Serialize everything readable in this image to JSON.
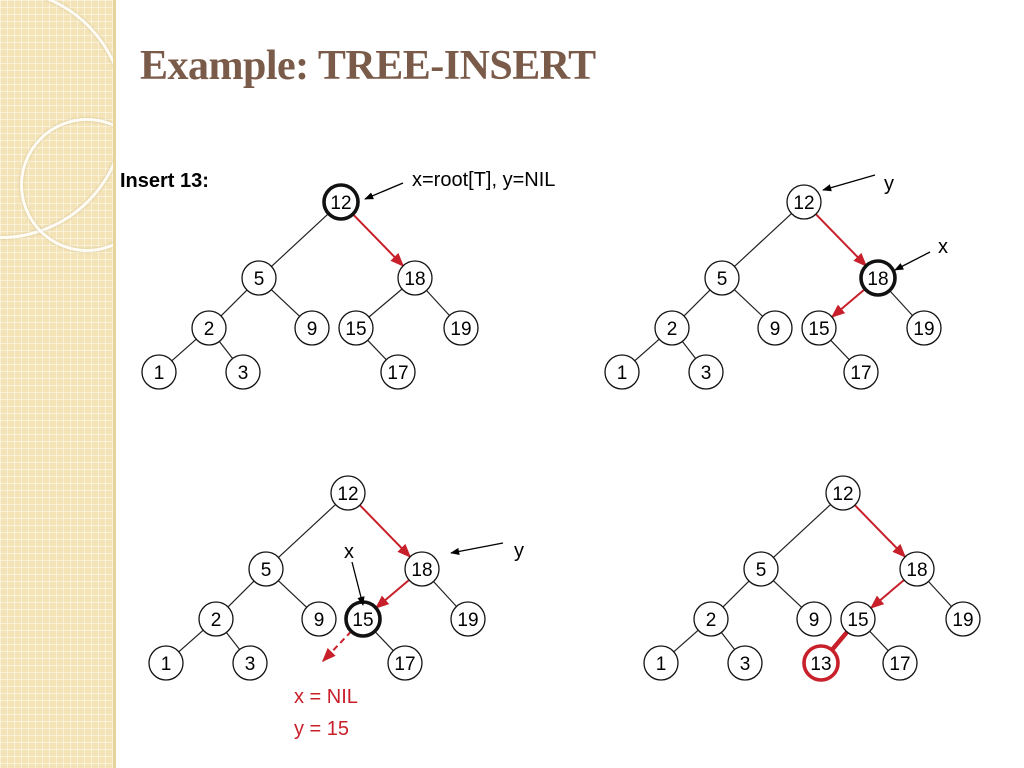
{
  "title": "Example: TREE-INSERT",
  "insert_label": "Insert 13:",
  "colors": {
    "accent_red": "#c8202a",
    "title_brown": "#7a5a48",
    "sidebar": "#f3e3b6"
  },
  "panels": [
    {
      "id": "step1",
      "nodes": [
        {
          "id": "n12",
          "label": "12",
          "style": "bold"
        },
        {
          "id": "n5",
          "label": "5"
        },
        {
          "id": "n18",
          "label": "18"
        },
        {
          "id": "n2",
          "label": "2"
        },
        {
          "id": "n9",
          "label": "9"
        },
        {
          "id": "n15",
          "label": "15"
        },
        {
          "id": "n19",
          "label": "19"
        },
        {
          "id": "n1",
          "label": "1"
        },
        {
          "id": "n3",
          "label": "3"
        },
        {
          "id": "n17",
          "label": "17"
        }
      ],
      "edges": [
        {
          "from": "n12",
          "to": "n5"
        },
        {
          "from": "n12",
          "to": "n18",
          "style": "red-arrow"
        },
        {
          "from": "n5",
          "to": "n2"
        },
        {
          "from": "n5",
          "to": "n9"
        },
        {
          "from": "n18",
          "to": "n15"
        },
        {
          "from": "n18",
          "to": "n19"
        },
        {
          "from": "n2",
          "to": "n1"
        },
        {
          "from": "n2",
          "to": "n3"
        },
        {
          "from": "n15",
          "to": "n17"
        }
      ],
      "annotations": [
        {
          "id": "a1",
          "text": "x=root[T], y=NIL",
          "color": "black",
          "points_to": "n12"
        }
      ]
    },
    {
      "id": "step2",
      "nodes": [
        {
          "id": "n12",
          "label": "12"
        },
        {
          "id": "n5",
          "label": "5"
        },
        {
          "id": "n18",
          "label": "18",
          "style": "bold"
        },
        {
          "id": "n2",
          "label": "2"
        },
        {
          "id": "n9",
          "label": "9"
        },
        {
          "id": "n15",
          "label": "15"
        },
        {
          "id": "n19",
          "label": "19"
        },
        {
          "id": "n1",
          "label": "1"
        },
        {
          "id": "n3",
          "label": "3"
        },
        {
          "id": "n17",
          "label": "17"
        }
      ],
      "edges": [
        {
          "from": "n12",
          "to": "n5"
        },
        {
          "from": "n12",
          "to": "n18",
          "style": "red-arrow"
        },
        {
          "from": "n5",
          "to": "n2"
        },
        {
          "from": "n5",
          "to": "n9"
        },
        {
          "from": "n18",
          "to": "n15",
          "style": "red-arrow"
        },
        {
          "from": "n18",
          "to": "n19"
        },
        {
          "from": "n2",
          "to": "n1"
        },
        {
          "from": "n2",
          "to": "n3"
        },
        {
          "from": "n15",
          "to": "n17"
        }
      ],
      "annotations": [
        {
          "id": "a1",
          "text": "y",
          "color": "black",
          "points_to": "n12"
        },
        {
          "id": "a2",
          "text": "x",
          "color": "black",
          "points_to": "n18"
        }
      ]
    },
    {
      "id": "step3",
      "nodes": [
        {
          "id": "n12",
          "label": "12"
        },
        {
          "id": "n5",
          "label": "5"
        },
        {
          "id": "n18",
          "label": "18"
        },
        {
          "id": "n2",
          "label": "2"
        },
        {
          "id": "n9",
          "label": "9"
        },
        {
          "id": "n15",
          "label": "15",
          "style": "bold"
        },
        {
          "id": "n19",
          "label": "19"
        },
        {
          "id": "n1",
          "label": "1"
        },
        {
          "id": "n3",
          "label": "3"
        },
        {
          "id": "n17",
          "label": "17"
        }
      ],
      "edges": [
        {
          "from": "n12",
          "to": "n5"
        },
        {
          "from": "n12",
          "to": "n18",
          "style": "red-arrow"
        },
        {
          "from": "n5",
          "to": "n2"
        },
        {
          "from": "n5",
          "to": "n9"
        },
        {
          "from": "n18",
          "to": "n15",
          "style": "red-arrow"
        },
        {
          "from": "n18",
          "to": "n19"
        },
        {
          "from": "n2",
          "to": "n1"
        },
        {
          "from": "n2",
          "to": "n3"
        },
        {
          "from": "n15",
          "to": "n17"
        },
        {
          "from": "n15",
          "to": "nil",
          "style": "red-dashed-arrow"
        }
      ],
      "annotations": [
        {
          "id": "a1",
          "text": "y",
          "color": "black",
          "points_to": "n18"
        },
        {
          "id": "a2",
          "text": "x",
          "color": "black",
          "points_to": "n15"
        },
        {
          "id": "a3",
          "text": "x = NIL",
          "color": "red"
        },
        {
          "id": "a4",
          "text": "y = 15",
          "color": "red"
        }
      ]
    },
    {
      "id": "step4",
      "nodes": [
        {
          "id": "n12",
          "label": "12"
        },
        {
          "id": "n5",
          "label": "5"
        },
        {
          "id": "n18",
          "label": "18"
        },
        {
          "id": "n2",
          "label": "2"
        },
        {
          "id": "n9",
          "label": "9"
        },
        {
          "id": "n15",
          "label": "15"
        },
        {
          "id": "n19",
          "label": "19"
        },
        {
          "id": "n1",
          "label": "1"
        },
        {
          "id": "n3",
          "label": "3"
        },
        {
          "id": "n13",
          "label": "13",
          "style": "red-bold"
        },
        {
          "id": "n17",
          "label": "17"
        }
      ],
      "edges": [
        {
          "from": "n12",
          "to": "n5"
        },
        {
          "from": "n12",
          "to": "n18",
          "style": "red-arrow"
        },
        {
          "from": "n5",
          "to": "n2"
        },
        {
          "from": "n5",
          "to": "n9"
        },
        {
          "from": "n18",
          "to": "n15",
          "style": "red-arrow"
        },
        {
          "from": "n18",
          "to": "n19"
        },
        {
          "from": "n2",
          "to": "n1"
        },
        {
          "from": "n2",
          "to": "n3"
        },
        {
          "from": "n15",
          "to": "n13",
          "style": "red-bold"
        },
        {
          "from": "n15",
          "to": "n17"
        }
      ],
      "annotations": []
    }
  ]
}
